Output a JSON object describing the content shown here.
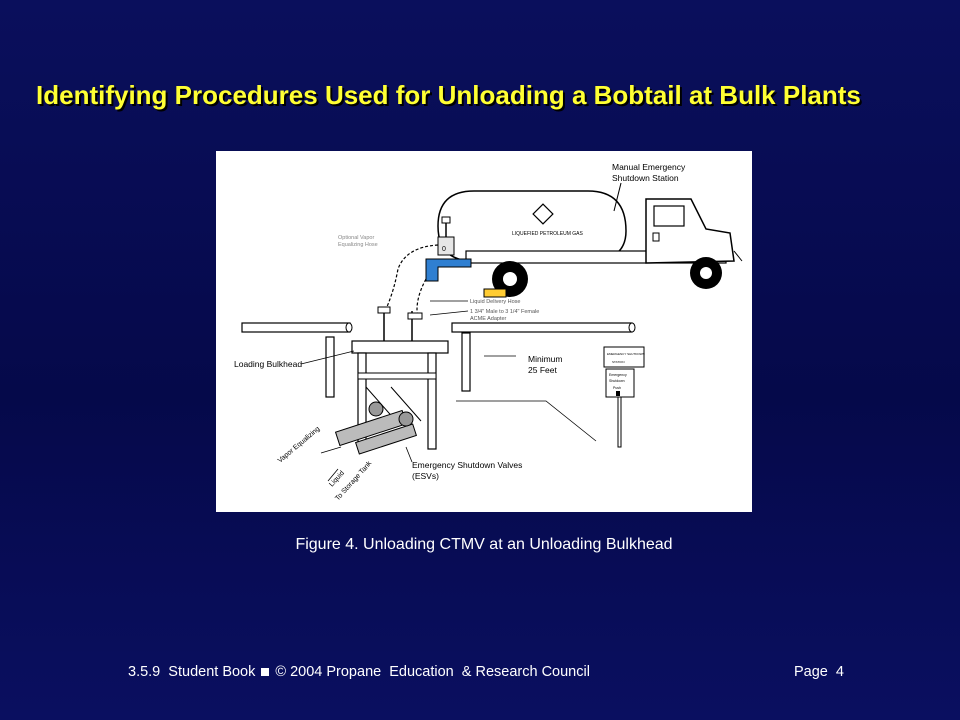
{
  "slide": {
    "title": "Identifying Procedures Used for Unloading a Bobtail at Bulk Plants",
    "caption": "Figure 4.  Unloading CTMV at an Unloading Bulkhead"
  },
  "diagram": {
    "labels": {
      "manual_emergency_1": "Manual Emergency",
      "manual_emergency_2": "Shutdown Station",
      "optional_vapor_1": "Optional Vapor",
      "optional_vapor_2": "Equalizing Hose",
      "tank_text": "LIQUEFIED PETROLEUM GAS",
      "liquid_delivery_hose": "Liquid Delivery Hose",
      "adapter_1": "1 3/4\" Male to 3 1/4\" Female",
      "adapter_2": "ACME Adapter",
      "loading_bulkhead": "Loading Bulkhead",
      "minimum_1": "Minimum",
      "minimum_2": "25 Feet",
      "vapor_equalizing": "Vapor Equalizing",
      "liquid_storage_1": "Liquid",
      "liquid_storage_2": "To Storage Tank",
      "esv_1": "Emergency Shutdown Valves",
      "esv_2": "(ESVs)",
      "sign_line_1": "EMERGENCY SHUTDOWN",
      "sign_line_2": "STATION",
      "sign_small_1": "Emergency",
      "sign_small_2": "Shutdown",
      "sign_small_3": "Push"
    }
  },
  "footer": {
    "left_a": "3.5.9  Student Book",
    "left_b": "© 2004 Propane  Education  & Research Council",
    "right": "Page  4"
  }
}
